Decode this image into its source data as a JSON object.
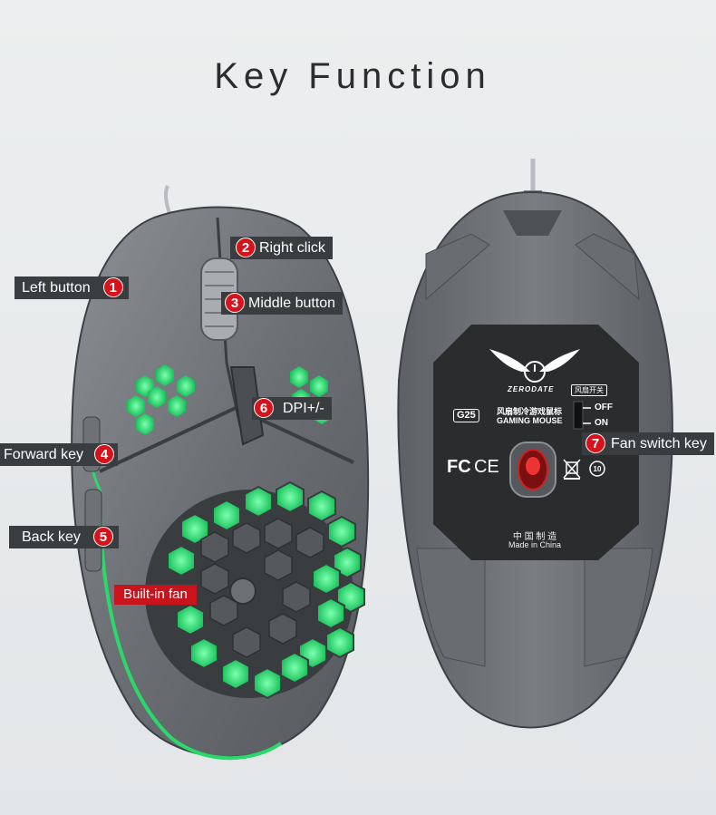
{
  "title": "Key Function",
  "callouts": {
    "right_click": {
      "num": "2",
      "label": "Right click"
    },
    "left_button": {
      "num": "1",
      "label": "Left button"
    },
    "middle_button": {
      "num": "3",
      "label": "Middle button"
    },
    "dpi": {
      "num": "6",
      "label": "DPI+/-"
    },
    "forward_key": {
      "num": "4",
      "label": "Forward key"
    },
    "back_key": {
      "num": "5",
      "label": "Back key"
    },
    "fan_switch": {
      "num": "7",
      "label": "Fan switch key"
    }
  },
  "built_in_fan": "Built-in fan",
  "bottom_panel": {
    "brand": "ZERODATE",
    "fan_switch_cn": "风扇开关",
    "model": "G25",
    "desc_cn": "风扇制冷游戏鼠标",
    "desc_en": "GAMING MOUSE",
    "switch_off": "OFF",
    "switch_on": "ON",
    "cert_fc": "FC",
    "cert_ce": "CE",
    "made_cn": "中 国 制 造",
    "made_en": "Made in China"
  },
  "colors": {
    "accent_green": "#2bd86a",
    "callout_bg": "#3a3d40",
    "number_red": "#d8121b"
  }
}
